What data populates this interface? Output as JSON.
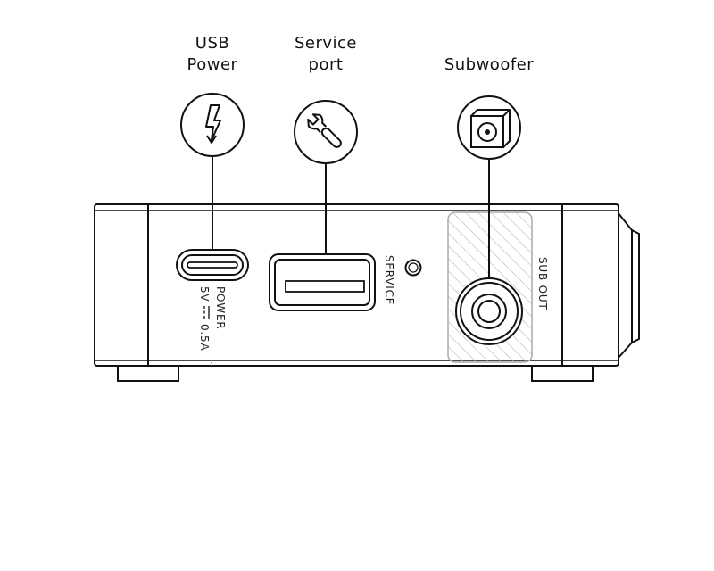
{
  "callouts": {
    "usb_power": {
      "line1": "USB",
      "line2": "Power",
      "icon": "lightning-bolt-icon"
    },
    "service_port": {
      "line1": "Service",
      "line2": "port",
      "icon": "wrench-icon"
    },
    "subwoofer": {
      "line1": "Subwoofer",
      "icon": "rca-jack-icon"
    }
  },
  "panel_labels": {
    "power": "POWER",
    "power_rating_left": "5V",
    "power_rating_right": "0.5A",
    "service": "SERVICE",
    "sub_out": "SUB OUT"
  }
}
